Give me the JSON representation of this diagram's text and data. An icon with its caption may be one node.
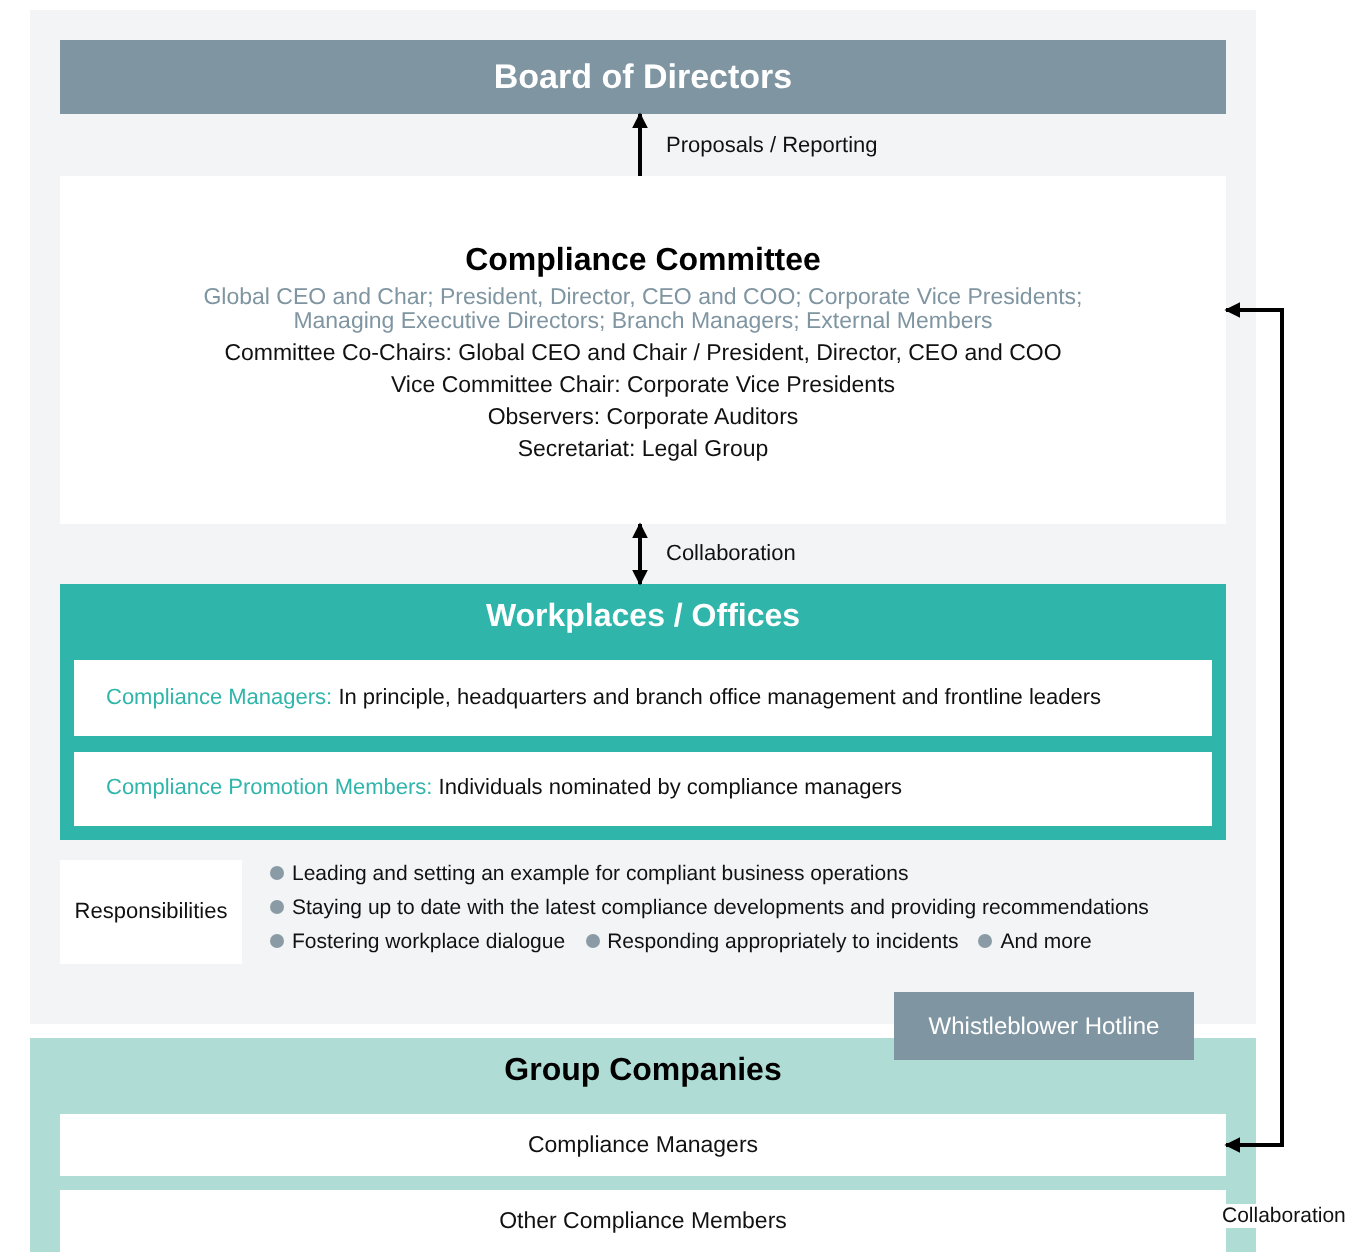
{
  "diagram": {
    "nodes": [
      {
        "text": [
          "Board of Directors"
        ]
      },
      {
        "text": [
          "Compliance Committee",
          "Global CEO and Char; President, Director, CEO and COO; Corporate Vice Presidents; Managing Executive Directors; Branch Managers; External Members",
          "Committee Co-Chairs: Global CEO and Chair / President, Director, CEO and COO",
          "Vice Committee Chair: Corporate Vice Presidents",
          "Observers: Corporate Auditors",
          "Secretariat: Legal Group"
        ]
      },
      {
        "text": [
          "Workplaces / Offices"
        ]
      },
      {
        "text": [
          "Compliance Managers:",
          "In principle, headquarters and branch office management and frontline leaders"
        ],
        "in": 2
      },
      {
        "text": [
          "Compliance Promotion Members:",
          "Individuals nominated by compliance managers"
        ],
        "in": 2
      },
      {
        "text": [
          "Responsibilities"
        ],
        "beside": [
          "Leading and setting an example for compliant business operations",
          "Staying up to date with the latest compliance developments and providing recommendations",
          "Fostering workplace dialogue",
          "Responding appropriately to incidents",
          "And more"
        ]
      },
      {
        "text": [
          "Whistleblower Hotline"
        ]
      },
      {
        "text": [
          "Group Companies"
        ]
      },
      {
        "text": [
          "Compliance Managers"
        ],
        "in": 7
      },
      {
        "text": [
          "Other Compliance Members"
        ],
        "in": 7
      }
    ],
    "edges": [
      {
        "from": 1,
        "to": 0,
        "arrow": "to",
        "label": "Proposals / Reporting"
      },
      {
        "from": 1,
        "to": 2,
        "arrow": "both",
        "label": "Collaboration"
      },
      {
        "from": 1,
        "to": 8,
        "arrow": "both",
        "label": "Collaboration"
      }
    ]
  }
}
